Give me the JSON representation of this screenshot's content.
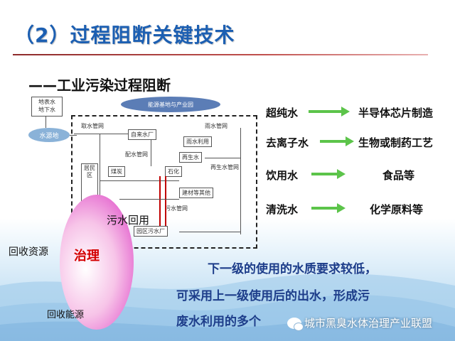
{
  "slide": {
    "title": "（2）过程阻断关键技术",
    "subtitle": "——工业污染过程阻断"
  },
  "diagram": {
    "surface_ground_water": "地表水\n地下水",
    "water_source": "水源地",
    "energy_base": "能源基地与产业园",
    "intake_network": "取水管网",
    "waterworks": "自来水厂",
    "rain_network": "雨水管网",
    "rainwater_use": "雨水利用",
    "distribution_network": "配水管网",
    "reclaimed_water": "再生水",
    "reclaimed_network": "再生水管网",
    "residential": "居民区",
    "coal": "煤炭",
    "petrochem": "石化",
    "building_materials": "建材等其他",
    "sewage_network": "污水管网",
    "park_sewage_plant": "园区污水厂"
  },
  "labels": {
    "recover_resources": "回收资源",
    "govern": "治理",
    "recover_energy": "回收能源",
    "sewage_reuse": "污水回用"
  },
  "pairs": [
    {
      "left": "超纯水",
      "right": "半导体芯片制造"
    },
    {
      "left": "去离子水",
      "right": "生物或制药工艺"
    },
    {
      "left": "饮用水",
      "right": "食品等"
    },
    {
      "left": "清洗水",
      "right": "化学原料等"
    }
  ],
  "body_lines": [
    "下一级的使用的水质要求较低，",
    "可采用上一级使用后的出水，形成污",
    "废水利用的多个"
  ],
  "watermark": "城市黑臭水体治理产业联盟",
  "colors": {
    "title": "#1c5fb2",
    "arrow": "#5cc44a",
    "govern": "#d40000",
    "body_text": "#1d3d8a"
  }
}
